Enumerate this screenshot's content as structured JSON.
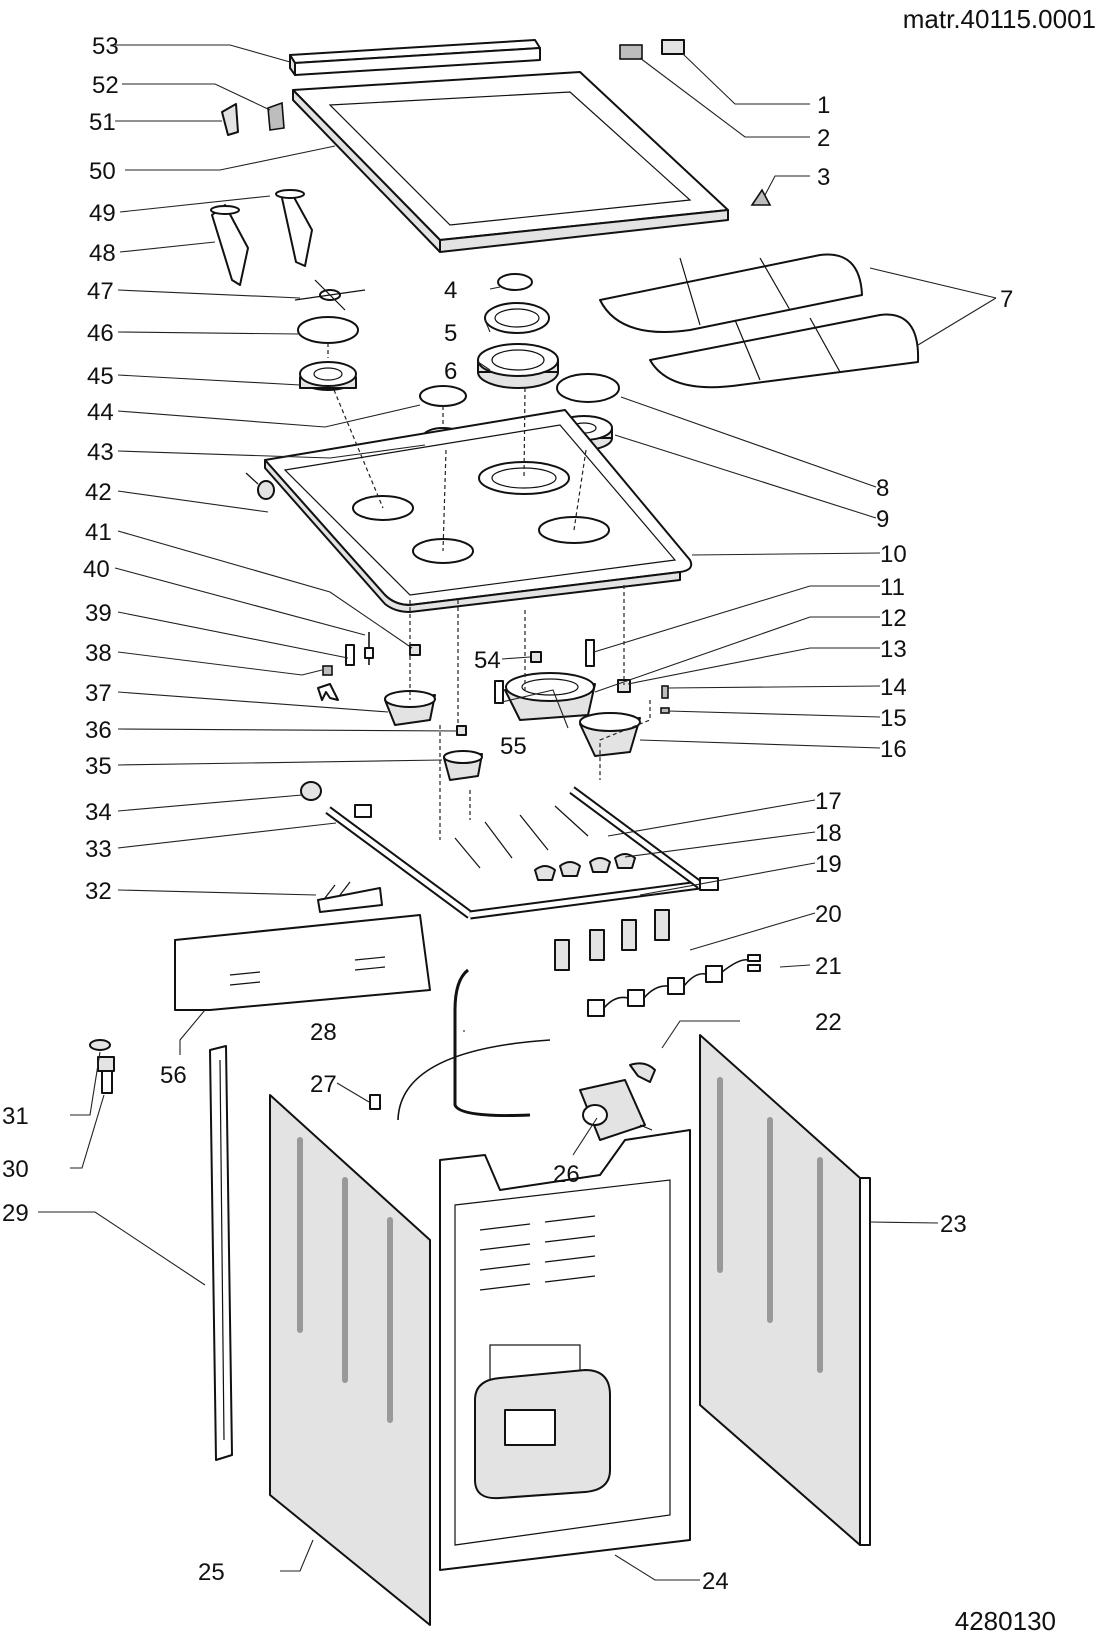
{
  "header": {
    "model_reference": "matr.40115.0001",
    "drawing_code": "4280130"
  },
  "diagram": {
    "title": "Exploded parts view – gas cooker",
    "callouts": [
      {
        "id": "1"
      },
      {
        "id": "2"
      },
      {
        "id": "3"
      },
      {
        "id": "4"
      },
      {
        "id": "5"
      },
      {
        "id": "6"
      },
      {
        "id": "7"
      },
      {
        "id": "8"
      },
      {
        "id": "9"
      },
      {
        "id": "10"
      },
      {
        "id": "11"
      },
      {
        "id": "12"
      },
      {
        "id": "13"
      },
      {
        "id": "14"
      },
      {
        "id": "15"
      },
      {
        "id": "16"
      },
      {
        "id": "17"
      },
      {
        "id": "18"
      },
      {
        "id": "19"
      },
      {
        "id": "20"
      },
      {
        "id": "21"
      },
      {
        "id": "22"
      },
      {
        "id": "23"
      },
      {
        "id": "24"
      },
      {
        "id": "25"
      },
      {
        "id": "26"
      },
      {
        "id": "27"
      },
      {
        "id": "28"
      },
      {
        "id": "29"
      },
      {
        "id": "30"
      },
      {
        "id": "31"
      },
      {
        "id": "32"
      },
      {
        "id": "33"
      },
      {
        "id": "34"
      },
      {
        "id": "35"
      },
      {
        "id": "36"
      },
      {
        "id": "37"
      },
      {
        "id": "38"
      },
      {
        "id": "39"
      },
      {
        "id": "40"
      },
      {
        "id": "41"
      },
      {
        "id": "42"
      },
      {
        "id": "43"
      },
      {
        "id": "44"
      },
      {
        "id": "45"
      },
      {
        "id": "46"
      },
      {
        "id": "47"
      },
      {
        "id": "48"
      },
      {
        "id": "49"
      },
      {
        "id": "50"
      },
      {
        "id": "51"
      },
      {
        "id": "52"
      },
      {
        "id": "53"
      },
      {
        "id": "54"
      },
      {
        "id": "55"
      },
      {
        "id": "56"
      }
    ]
  }
}
